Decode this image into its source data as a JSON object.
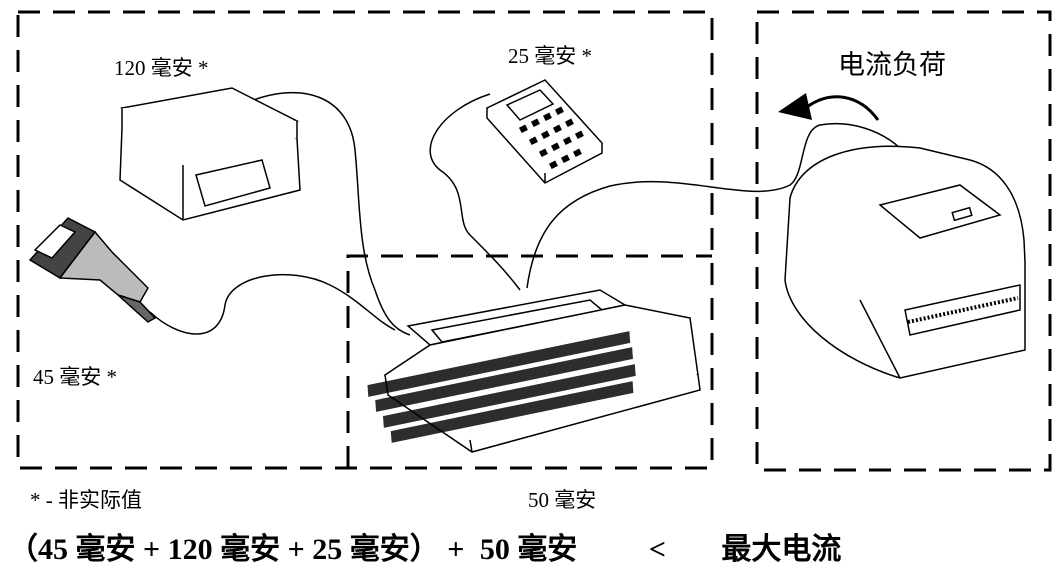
{
  "labels": {
    "scale_current": "120 毫安 *",
    "keypad_current": "25 毫安 *",
    "scanner_current": "45 毫安 *",
    "keyboard_current": "50 毫安",
    "load_title": "电流负荷",
    "footnote": "* - 非实际值"
  },
  "formula": {
    "open_paren": "（",
    "term1": "45 毫安 + 120 毫安 + 25 毫安",
    "close_paren": "）",
    "plus": "+",
    "term2": "50 毫安",
    "less_than": "<",
    "result": "最大电流"
  }
}
